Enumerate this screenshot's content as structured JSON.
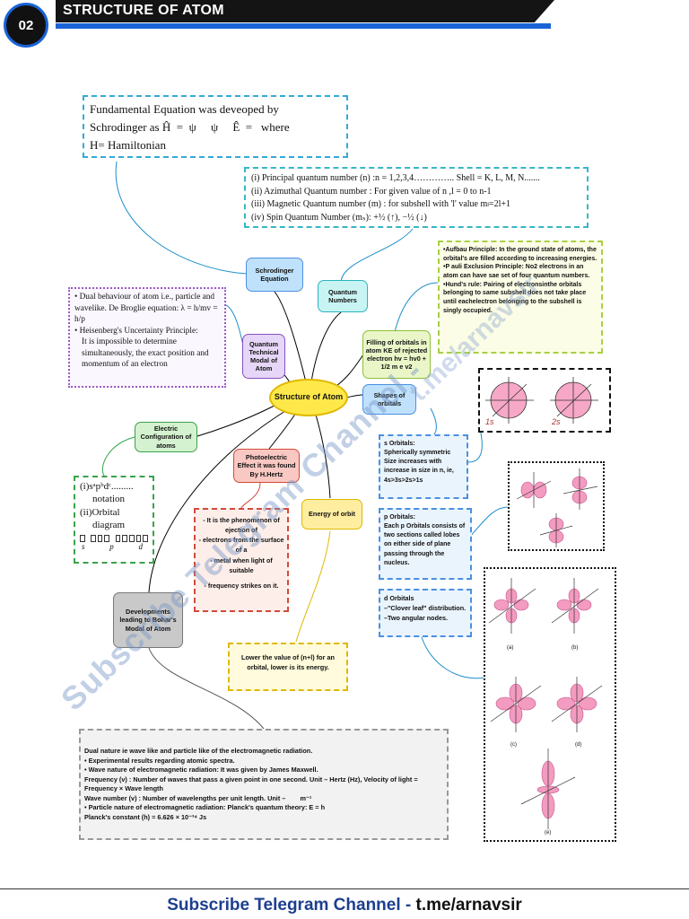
{
  "header": {
    "badge": "02",
    "title": "STRUCTURE OF ATOM"
  },
  "schrodinger_box": {
    "line1": "Fundamental Equation was deveoped by",
    "line2": "Schrodinger as Ĥ  =  ψ     ψ     Ê  =   where",
    "line3": "H= Hamiltonian"
  },
  "quantum_numbers_box": {
    "line1": "(i) Principal quantum number (n) :n = 1,2,3,4………….. Shell = K, L, M, N.......",
    "line2": "(ii) Azimuthal Quantum number : For given value of n ,l = 0 to n-1",
    "line3": "(iii) Magnetic Quantum number (m) : for subshell with 'l' value mₗ=2l+1",
    "line4": "(iv) Spin Quantum Number (mₛ): +½ (↑), −½ (↓)"
  },
  "aufbau_box": {
    "line1": "•Aufbau Principle: In the ground state of atoms, the orbital's are filled according to increasing energies.",
    "line2": "•P auli Exclusion Principle: No2 electrons in an atom can have sae set of four quantum numbers.",
    "line3": "•Hund's rule: Pairing of electronsinthe orbitals belonging to same subshell does not take place until eachelectron belonging to the subshell is singly occupied."
  },
  "dual_box": {
    "line1": "• Dual behaviour of atom i.e., particle and wavelike. De Broglie equation: λ = h/mv = h/p",
    "line2": "• Heisenberg's Uncertainty Principle:",
    "line3": "It is impossible to determine simultaneously, the exact position and momentum of an electron"
  },
  "nodes": {
    "schrodinger": "Schrodinger Equation",
    "quantum": "Quantum Numbers",
    "qtm": "Quantum Technical Modal of Atom",
    "center": "Structure of Atom",
    "filling": "Filling of orbitals in atom KE of rejected electron hv = hv0 + 1/2 m e v2",
    "shapes": "Shapes of orbitals",
    "electric": "Electric Configuration of atoms",
    "photo": "Photoelectric Effect it was found By H.Hertz",
    "energy": "Energy of orbit",
    "bohr": "Developments leading to Bohar's Modal of Atom"
  },
  "config_box": {
    "line1": "(i)sᵃpᵇdᶜ.........",
    "line2": "notation",
    "line3": "(ii)Orbital",
    "line4": "diagram",
    "labels": [
      "s",
      "p",
      "d"
    ]
  },
  "photo_box": {
    "line1": "- It is the phenomenon of ejection of",
    "line2": "- electrons from the surface of a",
    "line3": "- metal when light of suitable",
    "line4": "- frequency strikes on it."
  },
  "s_orbitals_box": {
    "title": "s Orbitals:",
    "text": "Spherically symmetric Size increases with increase in size in n, ie, 4s>3s>2s>1s"
  },
  "p_orbitals_box": {
    "title": "p Orbitals:",
    "text": "Each p Orbitals consists of two sections called lobes on either side of plane passing through the nucleus."
  },
  "d_orbitals_box": {
    "title": "d Orbitals",
    "line1": "–\"Clover leaf\" distribution.",
    "line2": "–Two angular nodes."
  },
  "energy_box": {
    "text": "Lower the value of (n+l) for an orbital, lower is its energy."
  },
  "s_diagram": {
    "labels": [
      "1s",
      "2s"
    ]
  },
  "d_diagram": {
    "labels": [
      "(a)",
      "(b)",
      "(c)",
      "(d)",
      "(e)"
    ]
  },
  "bottom_box": {
    "l1": "Dual nature ie wave like and particle like of the electromagnetic radiation.",
    "l2": "• Experimental results regarding atomic spectra.",
    "l3": "• Wave nature of electromagnetic radiation: It was given by James Maxwell.",
    "l4": "Frequency (v) : Number of waves that pass a given point in one second.  Unit – Hertz (Hz), Velocity of light =",
    "l5": "Frequency × Wave length",
    "l6": "Wave number (v) : Number of wavelengths per unit length. Unit –        m⁻¹",
    "l7": "• Particle nature of electromagnetic radiation: Planck's quantum theory: E = h",
    "l8": "Planck's constant (h) = 6.626 × 10⁻³⁴ Js"
  },
  "watermark": {
    "main": "Subscribe Telegram Channel - ",
    "side": "t.me/arnavsir"
  },
  "footer": {
    "left": "Subscribe Telegram Channel - ",
    "right": "t.me/arnavsir"
  },
  "colors": {
    "blue": "#1a63d6",
    "yellow": "#f2d64b",
    "pink": "#f08fb8"
  }
}
